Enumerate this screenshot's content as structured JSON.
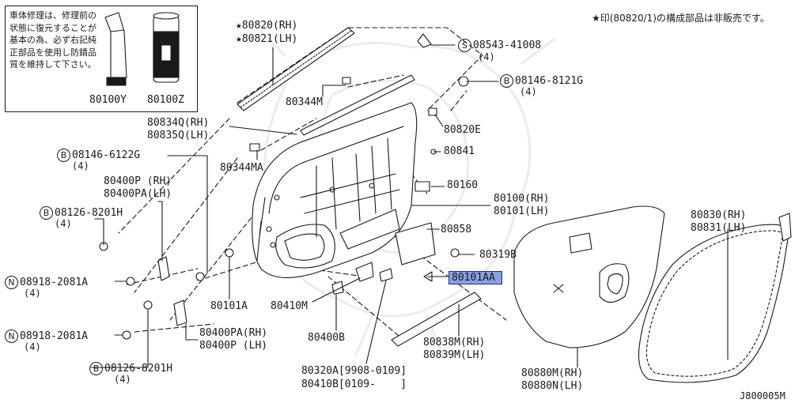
{
  "note_header": "★印(80820/1)の構成部品は非販売です。",
  "repair_note": "車体修理は、修理前の状態に復元することが基本の為、必ず右記純正部品を使用し防錆品質を維持して下さい。",
  "diagram_id": "J800005M",
  "selected_part": "80101AA",
  "labels": {
    "p80100Y": "80100Y",
    "p80100Z": "80100Z",
    "p80820": "★80820(RH)",
    "p80821": "★80821(LH)",
    "b08543": "08543-41008",
    "b08543_qty": "(4)",
    "b08146_8121": "08146-8121G",
    "b08146_8121_qty": "(4)",
    "p80344m": "80344M",
    "p80834q": "80834Q(RH)",
    "p80835q": "80835Q(LH)",
    "p80820e": "80820E",
    "b08146_6122": "08146-6122G",
    "b08146_6122_qty": "(4)",
    "p80841": "80841",
    "p80344ma": "80344MA",
    "p80400p": "80400P (RH)",
    "p80400pa": "80400PA(LH)",
    "p80160": "80160",
    "b08126_a": "08126-8201H",
    "b08126_a_qty": "(4)",
    "p80100": "80100(RH)",
    "p80101": "80101(LH)",
    "p80830": "80830(RH)",
    "p80831": "80831(LH)",
    "p80858": "80858",
    "p80319b": "80319B",
    "n08918_a": "08918-2081A",
    "n08918_a_qty": "(4)",
    "p80101a": "80101A",
    "p80410m": "80410M",
    "p80400pa2": "80400PA(RH)",
    "p80400p2": "80400P (LH)",
    "n08918_b": "08918-2081A",
    "n08918_b_qty": "(4)",
    "p80400b": "80400B",
    "p80838m": "80838M(RH)",
    "p80839m": "80839M(LH)",
    "b08126_b": "08126-8201H",
    "b08126_b_qty": "(4)",
    "p80320a": "80320A[9908-0109]",
    "p80410b": "80410B[0109-    ]",
    "p80880m": "80880M(RH)",
    "p80880n": "80880N(LH)"
  },
  "symbols": {
    "b": "B",
    "s": "S",
    "n": "N"
  },
  "colors": {
    "highlight": "#8aa0e0",
    "ink": "#1a1a1a"
  }
}
